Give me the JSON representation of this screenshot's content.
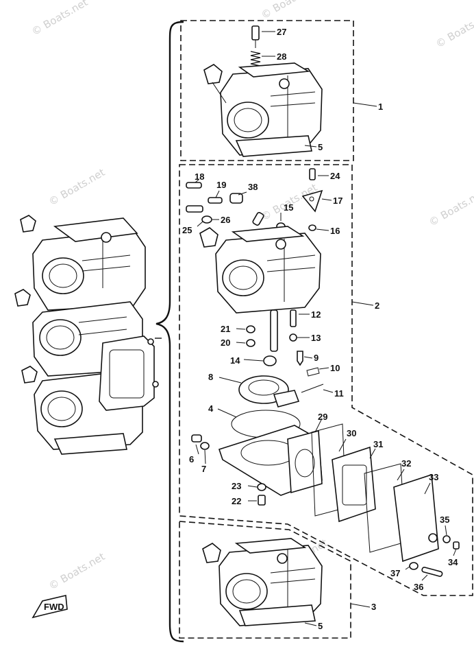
{
  "watermark": "© Boats.net",
  "fwd_label": "FWD",
  "callouts": [
    "27",
    "28",
    "1",
    "5",
    "18",
    "19",
    "38",
    "24",
    "17",
    "26",
    "15",
    "25",
    "16",
    "2",
    "21",
    "12",
    "20",
    "13",
    "14",
    "9",
    "10",
    "8",
    "11",
    "4",
    "29",
    "30",
    "31",
    "6",
    "7",
    "32",
    "33",
    "23",
    "22",
    "35",
    "34",
    "37",
    "36",
    "3",
    "5"
  ]
}
